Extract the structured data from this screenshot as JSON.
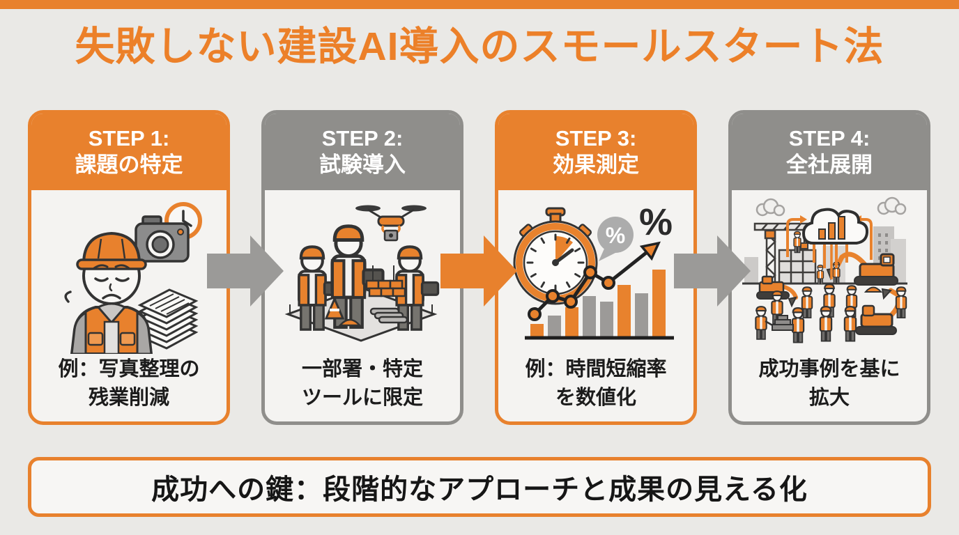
{
  "page": {
    "title": "失敗しない建設AI導入のスモールスタート法",
    "key_message": "成功への鍵：段階的なアプローチと成果の見える化"
  },
  "colors": {
    "orange_accent": "#E8812D",
    "gray_accent": "#8F8E8B",
    "background": "#EAE9E6",
    "card_background": "#F4F3F1",
    "text_dark": "#1C1C1C",
    "header_text": "#FFFFFF"
  },
  "steps": [
    {
      "header_line1": "STEP 1:",
      "header_line2": "課題の特定",
      "accent": "orange",
      "caption_line1": "例：写真整理の",
      "caption_line2": "残業削減",
      "illustration": "tired-worker-camera-paper-stack"
    },
    {
      "header_line1": "STEP 2:",
      "header_line2": "試験導入",
      "accent": "gray",
      "caption_line1": "一部署・特定",
      "caption_line2": "ツールに限定",
      "illustration": "workers-tablets-drone-site"
    },
    {
      "header_line1": "STEP 3:",
      "header_line2": "効果測定",
      "accent": "orange",
      "caption_line1": "例：時間短縮率",
      "caption_line2": "を数値化",
      "bubble_percent": "%",
      "big_percent": "%",
      "illustration": "stopwatch-growth-chart-percent"
    },
    {
      "header_line1": "STEP 4:",
      "header_line2": "全社展開",
      "accent": "gray",
      "caption_line1": "成功事例を基に",
      "caption_line2": "拡大",
      "illustration": "construction-site-cloud-data"
    }
  ],
  "arrows": [
    {
      "between": "step1-step2",
      "color": "#9B9A98"
    },
    {
      "between": "step2-step3",
      "color": "#E8812D"
    },
    {
      "between": "step3-step4",
      "color": "#9B9A98"
    }
  ]
}
